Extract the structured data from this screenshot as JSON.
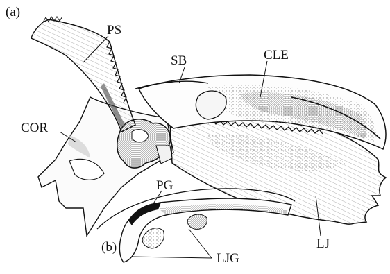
{
  "figure": {
    "panel_a": "(a)",
    "panel_b": "(b)",
    "labels": {
      "ps": "PS",
      "sb": "SB",
      "cle": "CLE",
      "cor": "COR",
      "pg": "PG",
      "lj": "LJ",
      "ljg": "LJG"
    }
  },
  "colors": {
    "ink": "#111111",
    "stipple": "#8a8a8a",
    "shade": "#cfcfcf",
    "paper": "#ffffff"
  }
}
